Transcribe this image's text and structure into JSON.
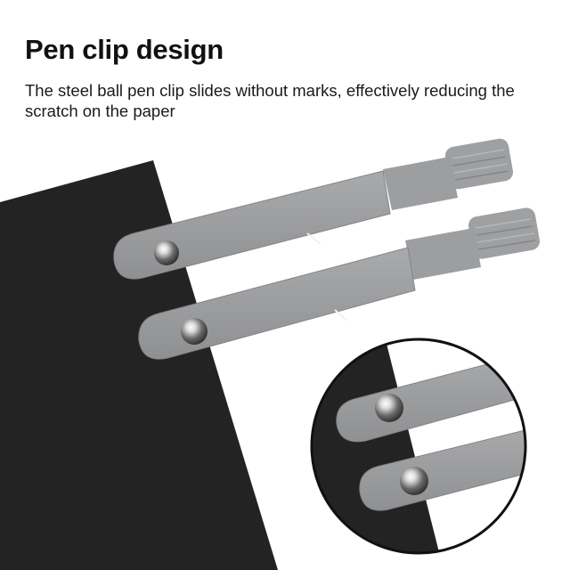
{
  "heading": {
    "title": "Pen clip design",
    "description": "The steel ball pen clip slides without marks, effectively reducing the scratch on the paper"
  },
  "colors": {
    "background": "#ffffff",
    "paper": "#232323",
    "clip_body": "#9a9b9d",
    "clip_edge": "#7f8082",
    "steel_ball": "#c8c8c8"
  },
  "illustration": {
    "components": [
      "black-paper",
      "pen-clip",
      "pen-clip",
      "steel-ball",
      "steel-ball",
      "zoom-detail-circle"
    ]
  }
}
